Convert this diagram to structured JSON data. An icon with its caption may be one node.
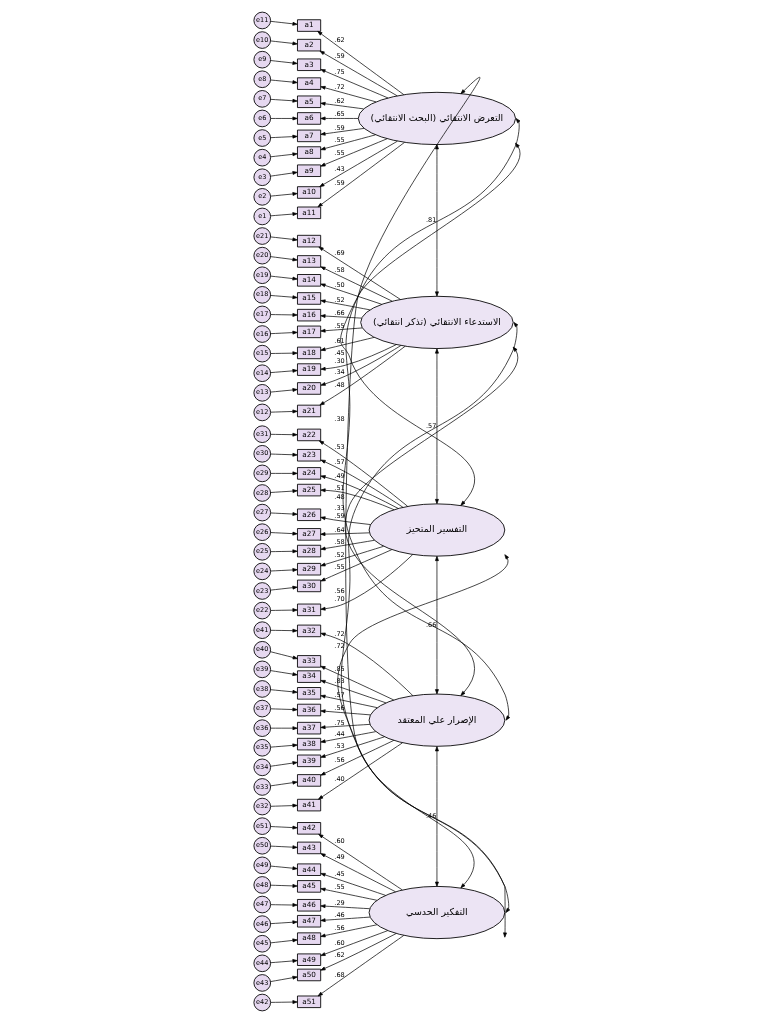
{
  "diagram": {
    "nodes": [
      {
        "text": [
          "التعرض الانتقائي (البحث الانتقائي)"
        ]
      },
      {
        "text": [
          "الاستدعاء الانتقائي (تذكر انتقائي)"
        ]
      },
      {
        "text": [
          "التفسير المتحيز"
        ]
      },
      {
        "text": [
          "الإصرار علي المعتقد"
        ]
      },
      {
        "text": [
          "التفكير الحدسي"
        ]
      },
      {
        "text": [
          "a1"
        ]
      },
      {
        "text": [
          "a2"
        ]
      },
      {
        "text": [
          "a3"
        ]
      },
      {
        "text": [
          "a4"
        ]
      },
      {
        "text": [
          "a5"
        ]
      },
      {
        "text": [
          "a6"
        ]
      },
      {
        "text": [
          "a7"
        ]
      },
      {
        "text": [
          "a8"
        ]
      },
      {
        "text": [
          "a9"
        ]
      },
      {
        "text": [
          "a10"
        ]
      },
      {
        "text": [
          "a11"
        ]
      },
      {
        "text": [
          "a12"
        ]
      },
      {
        "text": [
          "a13"
        ]
      },
      {
        "text": [
          "a14"
        ]
      },
      {
        "text": [
          "a15"
        ]
      },
      {
        "text": [
          "a16"
        ]
      },
      {
        "text": [
          "a17"
        ]
      },
      {
        "text": [
          "a18"
        ]
      },
      {
        "text": [
          "a19"
        ]
      },
      {
        "text": [
          "a20"
        ]
      },
      {
        "text": [
          "a21"
        ]
      },
      {
        "text": [
          "a22"
        ]
      },
      {
        "text": [
          "a23"
        ]
      },
      {
        "text": [
          "a24"
        ]
      },
      {
        "text": [
          "a25"
        ]
      },
      {
        "text": [
          "a26"
        ]
      },
      {
        "text": [
          "a27"
        ]
      },
      {
        "text": [
          "a28"
        ]
      },
      {
        "text": [
          "a29"
        ]
      },
      {
        "text": [
          "a30"
        ]
      },
      {
        "text": [
          "a31"
        ]
      },
      {
        "text": [
          "a32"
        ]
      },
      {
        "text": [
          "a33"
        ]
      },
      {
        "text": [
          "a34"
        ]
      },
      {
        "text": [
          "a35"
        ]
      },
      {
        "text": [
          "a36"
        ]
      },
      {
        "text": [
          "a37"
        ]
      },
      {
        "text": [
          "a38"
        ]
      },
      {
        "text": [
          "a39"
        ]
      },
      {
        "text": [
          "a40"
        ]
      },
      {
        "text": [
          "a41"
        ]
      },
      {
        "text": [
          "a42"
        ]
      },
      {
        "text": [
          "a43"
        ]
      },
      {
        "text": [
          "a44"
        ]
      },
      {
        "text": [
          "a45"
        ]
      },
      {
        "text": [
          "a46"
        ]
      },
      {
        "text": [
          "a47"
        ]
      },
      {
        "text": [
          "a48"
        ]
      },
      {
        "text": [
          "a49"
        ]
      },
      {
        "text": [
          "a50"
        ]
      },
      {
        "text": [
          "a51"
        ]
      },
      {
        "text": [
          "e11"
        ]
      },
      {
        "text": [
          "e10"
        ]
      },
      {
        "text": [
          "e9"
        ]
      },
      {
        "text": [
          "e8"
        ]
      },
      {
        "text": [
          "e7"
        ]
      },
      {
        "text": [
          "e6"
        ]
      },
      {
        "text": [
          "e5"
        ]
      },
      {
        "text": [
          "e4"
        ]
      },
      {
        "text": [
          "e3"
        ]
      },
      {
        "text": [
          "e2"
        ]
      },
      {
        "text": [
          "e1"
        ]
      },
      {
        "text": [
          "e21"
        ]
      },
      {
        "text": [
          "e20"
        ]
      },
      {
        "text": [
          "e19"
        ]
      },
      {
        "text": [
          "e18"
        ]
      },
      {
        "text": [
          "e17"
        ]
      },
      {
        "text": [
          "e16"
        ]
      },
      {
        "text": [
          "e15"
        ]
      },
      {
        "text": [
          "e14"
        ]
      },
      {
        "text": [
          "e13"
        ]
      },
      {
        "text": [
          "e12"
        ]
      },
      {
        "text": [
          "e31"
        ]
      },
      {
        "text": [
          "e30"
        ]
      },
      {
        "text": [
          "e29"
        ]
      },
      {
        "text": [
          "e28"
        ]
      },
      {
        "text": [
          "e27"
        ]
      },
      {
        "text": [
          "e26"
        ]
      },
      {
        "text": [
          "e25"
        ]
      },
      {
        "text": [
          "e24"
        ]
      },
      {
        "text": [
          "e23"
        ]
      },
      {
        "text": [
          "e22"
        ]
      },
      {
        "text": [
          "e41"
        ]
      },
      {
        "text": [
          "e40"
        ]
      },
      {
        "text": [
          "e39"
        ]
      },
      {
        "text": [
          "e38"
        ]
      },
      {
        "text": [
          "e37"
        ]
      },
      {
        "text": [
          "e36"
        ]
      },
      {
        "text": [
          "e35"
        ]
      },
      {
        "text": [
          "e34"
        ]
      },
      {
        "text": [
          "e33"
        ]
      },
      {
        "text": [
          "e32"
        ]
      },
      {
        "text": [
          "e51"
        ]
      },
      {
        "text": [
          "e50"
        ]
      },
      {
        "text": [
          "e49"
        ]
      },
      {
        "text": [
          "e48"
        ]
      },
      {
        "text": [
          "e47"
        ]
      },
      {
        "text": [
          "e46"
        ]
      },
      {
        "text": [
          "e45"
        ]
      },
      {
        "text": [
          "e44"
        ]
      },
      {
        "text": [
          "e43"
        ]
      },
      {
        "text": [
          "e42"
        ]
      }
    ],
    "edges": [
      {
        "from": 56,
        "to": 5,
        "arrow": "to"
      },
      {
        "from": 57,
        "to": 6,
        "arrow": "to"
      },
      {
        "from": 58,
        "to": 7,
        "arrow": "to"
      },
      {
        "from": 59,
        "to": 8,
        "arrow": "to"
      },
      {
        "from": 60,
        "to": 9,
        "arrow": "to"
      },
      {
        "from": 61,
        "to": 10,
        "arrow": "to"
      },
      {
        "from": 62,
        "to": 11,
        "arrow": "to"
      },
      {
        "from": 63,
        "to": 12,
        "arrow": "to"
      },
      {
        "from": 64,
        "to": 13,
        "arrow": "to"
      },
      {
        "from": 65,
        "to": 14,
        "arrow": "to"
      },
      {
        "from": 66,
        "to": 15,
        "arrow": "to"
      },
      {
        "from": 67,
        "to": 16,
        "arrow": "to"
      },
      {
        "from": 68,
        "to": 17,
        "arrow": "to"
      },
      {
        "from": 69,
        "to": 18,
        "arrow": "to"
      },
      {
        "from": 70,
        "to": 19,
        "arrow": "to"
      },
      {
        "from": 71,
        "to": 20,
        "arrow": "to"
      },
      {
        "from": 72,
        "to": 21,
        "arrow": "to"
      },
      {
        "from": 73,
        "to": 22,
        "arrow": "to"
      },
      {
        "from": 74,
        "to": 23,
        "arrow": "to"
      },
      {
        "from": 75,
        "to": 24,
        "arrow": "to"
      },
      {
        "from": 76,
        "to": 25,
        "arrow": "to"
      },
      {
        "from": 77,
        "to": 26,
        "arrow": "to"
      },
      {
        "from": 78,
        "to": 27,
        "arrow": "to"
      },
      {
        "from": 79,
        "to": 28,
        "arrow": "to"
      },
      {
        "from": 80,
        "to": 29,
        "arrow": "to"
      },
      {
        "from": 81,
        "to": 30,
        "arrow": "to"
      },
      {
        "from": 82,
        "to": 31,
        "arrow": "to"
      },
      {
        "from": 83,
        "to": 32,
        "arrow": "to"
      },
      {
        "from": 84,
        "to": 33,
        "arrow": "to"
      },
      {
        "from": 85,
        "to": 34,
        "arrow": "to"
      },
      {
        "from": 86,
        "to": 35,
        "arrow": "to"
      },
      {
        "from": 87,
        "to": 36,
        "arrow": "to"
      },
      {
        "from": 88,
        "to": 37,
        "arrow": "to"
      },
      {
        "from": 89,
        "to": 38,
        "arrow": "to"
      },
      {
        "from": 90,
        "to": 39,
        "arrow": "to"
      },
      {
        "from": 91,
        "to": 40,
        "arrow": "to"
      },
      {
        "from": 92,
        "to": 41,
        "arrow": "to"
      },
      {
        "from": 93,
        "to": 42,
        "arrow": "to"
      },
      {
        "from": 94,
        "to": 43,
        "arrow": "to"
      },
      {
        "from": 95,
        "to": 44,
        "arrow": "to"
      },
      {
        "from": 96,
        "to": 45,
        "arrow": "to"
      },
      {
        "from": 97,
        "to": 46,
        "arrow": "to"
      },
      {
        "from": 98,
        "to": 47,
        "arrow": "to"
      },
      {
        "from": 99,
        "to": 48,
        "arrow": "to"
      },
      {
        "from": 100,
        "to": 49,
        "arrow": "to"
      },
      {
        "from": 101,
        "to": 50,
        "arrow": "to"
      },
      {
        "from": 102,
        "to": 51,
        "arrow": "to"
      },
      {
        "from": 103,
        "to": 52,
        "arrow": "to"
      },
      {
        "from": 104,
        "to": 53,
        "arrow": "to"
      },
      {
        "from": 105,
        "to": 54,
        "arrow": "to"
      },
      {
        "from": 106,
        "to": 55,
        "arrow": "to"
      },
      {
        "from": 0,
        "to": 5,
        "arrow": "to",
        "label": ".62"
      },
      {
        "from": 0,
        "to": 6,
        "arrow": "to",
        "label": ".59"
      },
      {
        "from": 0,
        "to": 7,
        "arrow": "to",
        "label": ".75"
      },
      {
        "from": 0,
        "to": 8,
        "arrow": "to",
        "label": ".72"
      },
      {
        "from": 0,
        "to": 9,
        "arrow": "to",
        "label": ".62"
      },
      {
        "from": 0,
        "to": 10,
        "arrow": "to",
        "label": ".65"
      },
      {
        "from": 0,
        "to": 11,
        "arrow": "to",
        "label": ".59"
      },
      {
        "from": 0,
        "to": 12,
        "arrow": "to",
        "label": ".55"
      },
      {
        "from": 0,
        "to": 13,
        "arrow": "to",
        "label": ".55"
      },
      {
        "from": 0,
        "to": 14,
        "arrow": "to",
        "label": ".43"
      },
      {
        "from": 0,
        "to": 15,
        "arrow": "to",
        "label": ".59"
      },
      {
        "from": 1,
        "to": 16,
        "arrow": "to",
        "label": ".69"
      },
      {
        "from": 1,
        "to": 17,
        "arrow": "to",
        "label": ".58"
      },
      {
        "from": 1,
        "to": 18,
        "arrow": "to",
        "label": ".50"
      },
      {
        "from": 1,
        "to": 19,
        "arrow": "to",
        "label": ".52"
      },
      {
        "from": 1,
        "to": 20,
        "arrow": "to",
        "label": ".66"
      },
      {
        "from": 1,
        "to": 21,
        "arrow": "to",
        "label": ".55"
      },
      {
        "from": 1,
        "to": 22,
        "arrow": "to",
        "label": ".61"
      },
      {
        "from": 1,
        "to": 23,
        "arrow": "to",
        "label": ".30"
      },
      {
        "from": 1,
        "to": 24,
        "arrow": "to",
        "label": ".34"
      },
      {
        "from": 1,
        "to": 25,
        "arrow": "to",
        "label": ".48"
      },
      {
        "from": 2,
        "to": 26,
        "arrow": "to",
        "label": ".53"
      },
      {
        "from": 2,
        "to": 27,
        "arrow": "to",
        "label": ".57"
      },
      {
        "from": 2,
        "to": 28,
        "arrow": "to",
        "label": ".49"
      },
      {
        "from": 2,
        "to": 29,
        "arrow": "to",
        "label": ".51"
      },
      {
        "from": 2,
        "to": 30,
        "arrow": "to",
        "label": ".59"
      },
      {
        "from": 2,
        "to": 31,
        "arrow": "to",
        "label": ".64"
      },
      {
        "from": 2,
        "to": 32,
        "arrow": "to",
        "label": ".58"
      },
      {
        "from": 2,
        "to": 33,
        "arrow": "to",
        "label": ".52"
      },
      {
        "from": 2,
        "to": 34,
        "arrow": "to",
        "label": ".55"
      },
      {
        "from": 2,
        "to": 35,
        "arrow": "to",
        "label": ".70"
      },
      {
        "from": 3,
        "to": 36,
        "arrow": "to",
        "label": ".72"
      },
      {
        "from": 3,
        "to": 37,
        "arrow": "to",
        "label": ".85"
      },
      {
        "from": 3,
        "to": 38,
        "arrow": "to",
        "label": ".83"
      },
      {
        "from": 3,
        "to": 39,
        "arrow": "to",
        "label": ".57"
      },
      {
        "from": 3,
        "to": 40,
        "arrow": "to",
        "label": ".56"
      },
      {
        "from": 3,
        "to": 41,
        "arrow": "to",
        "label": ".75"
      },
      {
        "from": 3,
        "to": 42,
        "arrow": "to",
        "label": ".44"
      },
      {
        "from": 3,
        "to": 43,
        "arrow": "to",
        "label": ".53"
      },
      {
        "from": 3,
        "to": 44,
        "arrow": "to",
        "label": ".56"
      },
      {
        "from": 3,
        "to": 45,
        "arrow": "to",
        "label": ".40"
      },
      {
        "from": 4,
        "to": 46,
        "arrow": "to",
        "label": ".60"
      },
      {
        "from": 4,
        "to": 47,
        "arrow": "to",
        "label": ".49"
      },
      {
        "from": 4,
        "to": 48,
        "arrow": "to",
        "label": ".45"
      },
      {
        "from": 4,
        "to": 49,
        "arrow": "to",
        "label": ".55"
      },
      {
        "from": 4,
        "to": 50,
        "arrow": "to",
        "label": ".29"
      },
      {
        "from": 4,
        "to": 51,
        "arrow": "to",
        "label": ".46"
      },
      {
        "from": 4,
        "to": 52,
        "arrow": "to",
        "label": ".56"
      },
      {
        "from": 4,
        "to": 53,
        "arrow": "to",
        "label": ".60"
      },
      {
        "from": 4,
        "to": 54,
        "arrow": "to",
        "label": ".62"
      },
      {
        "from": 4,
        "to": 55,
        "arrow": "to",
        "label": ".68"
      },
      {
        "from": 0,
        "to": 1,
        "arrow": "both",
        "label": ".81"
      },
      {
        "from": 0,
        "to": 2,
        "arrow": "both",
        "label": ".45"
      },
      {
        "from": 0,
        "to": 3,
        "arrow": "both",
        "label": ".38"
      },
      {
        "from": 0,
        "to": 4,
        "arrow": "both",
        "label": ".48"
      },
      {
        "from": 1,
        "to": 2,
        "arrow": "both",
        "label": ".57"
      },
      {
        "from": 1,
        "to": 3,
        "arrow": "both",
        "label": ".33"
      },
      {
        "from": 1,
        "to": 4,
        "arrow": "both",
        "label": ".56"
      },
      {
        "from": 2,
        "to": 3,
        "arrow": "both",
        "label": ".66"
      },
      {
        "from": 2,
        "to": 4,
        "arrow": "both",
        "label": ".72"
      },
      {
        "from": 3,
        "to": 4,
        "arrow": "both",
        "label": ".46"
      }
    ]
  }
}
